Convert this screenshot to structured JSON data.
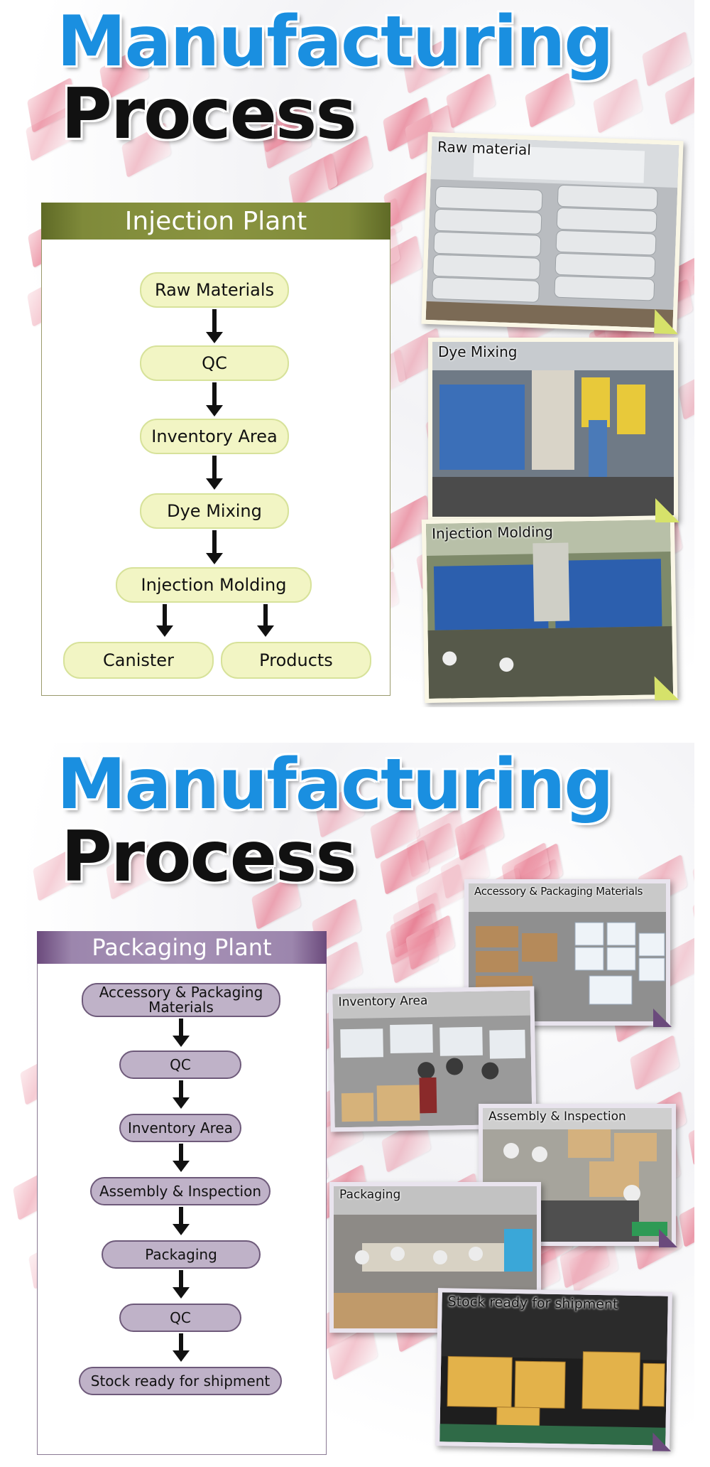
{
  "sections": [
    {
      "title_line1": "Manufacturing",
      "title_line2": "Process",
      "plant_title": "Injection Plant",
      "steps": [
        "Raw Materials",
        "QC",
        "Inventory Area",
        "Dye Mixing",
        "Injection Molding"
      ],
      "outputs": [
        "Canister",
        "Products"
      ],
      "photos": [
        "Raw material",
        "Dye Mixing",
        "Injection Molding"
      ]
    },
    {
      "title_line1": "Manufacturing",
      "title_line2": "Process",
      "plant_title": "Packaging Plant",
      "steps": [
        "Accessory & Packaging Materials",
        "QC",
        "Inventory Area",
        "Assembly & Inspection",
        "Packaging",
        "QC",
        "Stock ready for shipment"
      ],
      "photos": [
        "Accessory & Packaging Materials",
        "Inventory Area",
        "Assembly & Inspection",
        "Packaging",
        "Stock ready for shipment"
      ]
    }
  ],
  "colors": {
    "title_blue": "#1a8fe0",
    "title_black": "#111111",
    "injection_header": "#7f8a3a",
    "injection_step_fill": "#f2f5c4",
    "packaging_header": "#9c86ad",
    "packaging_step_fill": "#bfb2c8"
  }
}
